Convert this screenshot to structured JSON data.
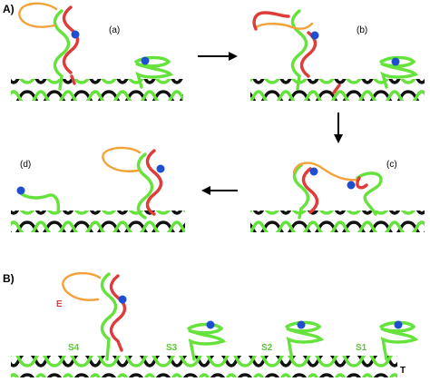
{
  "panel_labels": {
    "a": "A)",
    "b": "B)"
  },
  "step_labels": {
    "a": "(a)",
    "b": "(b)",
    "c": "(c)",
    "d": "(d)"
  },
  "strand_labels": {
    "enzyme": "E",
    "s4": "S4",
    "s3": "S3",
    "s2": "S2",
    "s1": "S1",
    "track": "T"
  },
  "colors": {
    "green": "#66e23c",
    "black": "#111111",
    "red": "#e03a3a",
    "orange": "#f3a23a",
    "blue": "#1f4fd1",
    "enzyme_label": "#e03a3a",
    "strand_label": "#5cc633"
  }
}
